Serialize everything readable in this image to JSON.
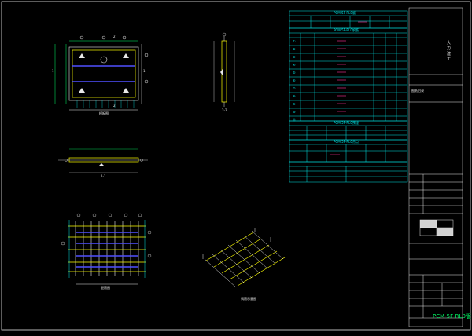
{
  "drawing": {
    "sheet_code": "PCM-5F-RL0版",
    "views": [
      {
        "id": "plan",
        "caption": "模板图"
      },
      {
        "id": "side_section",
        "caption": "2-2"
      },
      {
        "id": "long_section",
        "caption": "1-1"
      },
      {
        "id": "rebar_plan",
        "caption": "配筋图"
      },
      {
        "id": "axon",
        "caption": "钢筋示意图"
      }
    ],
    "section_marks": [
      "2",
      "2",
      "1",
      "1"
    ]
  },
  "tables": {
    "summary_title": "PCM-5F-RL0版",
    "rebar_title": "PCM-5F-RL0钢筋",
    "embed_title": "PCM-5F-RL0预埋",
    "lifting_title": "PCM-5F-RL0吊点",
    "rebar_ids": [
      "①",
      "②",
      "③",
      "④",
      "⑤",
      "⑥",
      "⑦",
      "⑧",
      "⑨",
      "⑩",
      "⑪"
    ]
  },
  "title_block": {
    "company": "大力建工",
    "row_label": "图纸目录"
  },
  "colors": {
    "outline": "#e8e8e8",
    "cyan": "#00e5e5",
    "yellow": "#ffff00",
    "green": "#00ff66",
    "magenta": "#ff3399",
    "blue": "#5050ff"
  }
}
